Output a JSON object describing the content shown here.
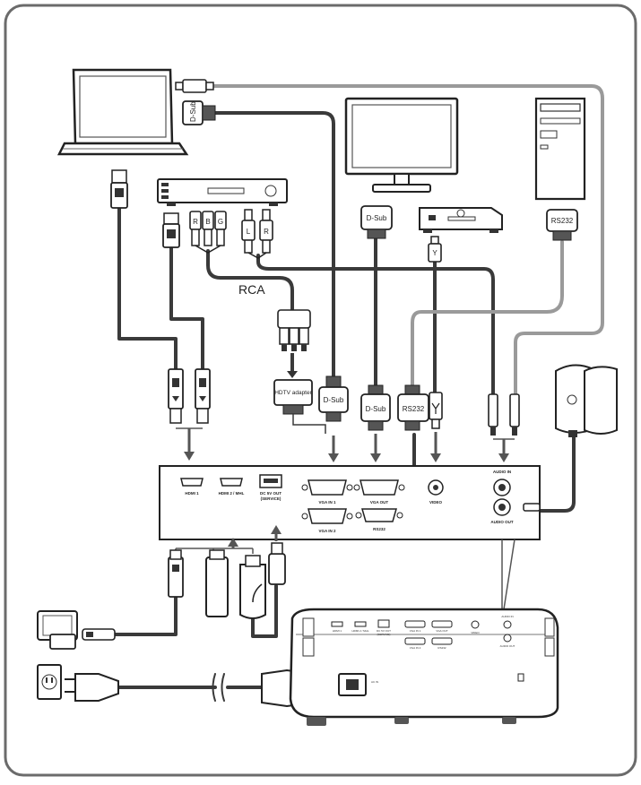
{
  "labels": {
    "dsub_laptop": "D-Sub",
    "dsub_monitor": "D-Sub",
    "dsub_panel": "D-Sub",
    "dsub_hdtv": "D-Sub",
    "rs232_pc": "RS232",
    "rs232_panel": "RS232",
    "hdtv_adapter": "HDTV adapter",
    "rca": "RCA",
    "r": "R",
    "b": "B",
    "g": "G",
    "l": "L",
    "r2": "R",
    "y": "Y"
  },
  "panel": {
    "hdmi1": "HDMI 1",
    "hdmi2": "HDMI 2 / MHL",
    "dc_out": "DC 5V OUT",
    "service": "(SERVICE)",
    "vga_in1": "VGA IN 1",
    "vga_in2": "VGA IN 2",
    "vga_out": "VGA OUT",
    "rs232": "RS232",
    "video": "VIDEO",
    "audio_in": "AUDIO IN",
    "audio_out": "AUDIO OUT"
  },
  "projector": {
    "hdmi1": "HDMI 1",
    "hdmi2": "HDMI 2 / MHL",
    "dc_out": "DC 5V OUT",
    "service": "(SERVICE)",
    "vga_in1": "VGA IN 1",
    "vga_in2": "VGA IN 2",
    "vga_out": "VGA OUT",
    "rs232": "RS232",
    "video": "VIDEO",
    "audio_in": "AUDIO IN",
    "audio_out": "AUDIO OUT",
    "ac_in": "AC IN"
  }
}
